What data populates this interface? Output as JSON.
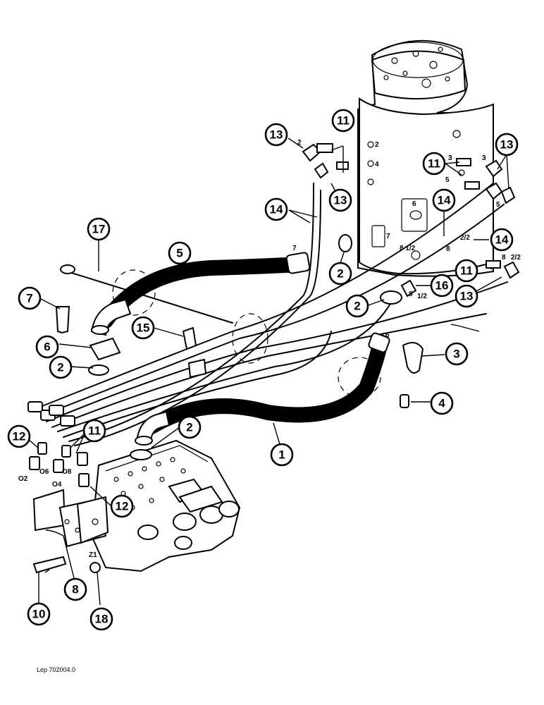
{
  "drawing": {
    "reference": "Lep 702004.0"
  },
  "callouts": [
    "13",
    "11",
    "13",
    "11",
    "13",
    "14",
    "14",
    "14",
    "17",
    "5",
    "2",
    "7",
    "2",
    "16",
    "11",
    "13",
    "6",
    "15",
    "2",
    "3",
    "4",
    "12",
    "11",
    "2",
    "1",
    "12",
    "8",
    "10",
    "18"
  ],
  "port_labels": [
    "2",
    "2",
    "4",
    "6",
    "7",
    "8 1/2",
    "3",
    "3",
    "5",
    "5",
    "8",
    "2/2",
    "8",
    "2/2",
    "7",
    "6",
    "1/2",
    "8",
    "O6",
    "O8",
    "O2",
    "O4",
    "Z1"
  ],
  "colors": {
    "line": "#000000",
    "background": "#ffffff"
  }
}
